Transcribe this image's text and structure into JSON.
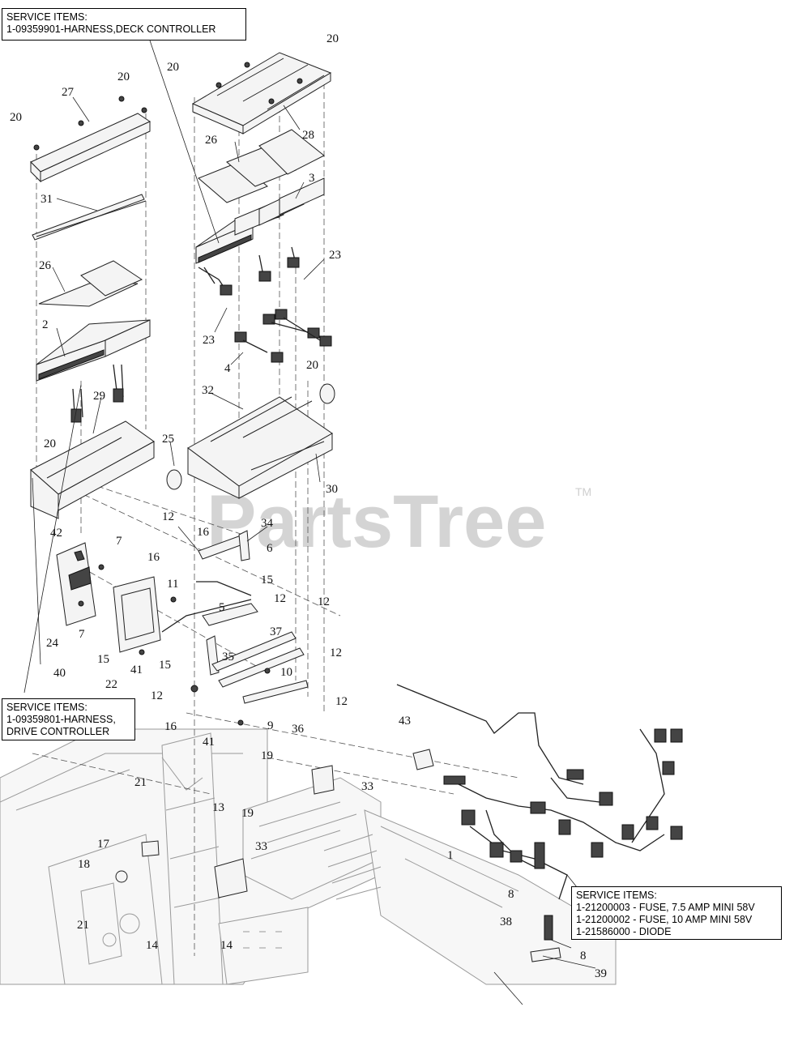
{
  "service_boxes": {
    "deck": {
      "title": "SERVICE ITEMS:",
      "lines": [
        "1-09359901-HARNESS,DECK CONTROLLER"
      ]
    },
    "drive": {
      "title": "SERVICE ITEMS:",
      "lines": [
        "1-09359801-HARNESS,",
        "DRIVE CONTROLLER"
      ]
    },
    "fuse": {
      "title": "SERVICE ITEMS:",
      "lines": [
        "1-21200003 - FUSE, 7.5 AMP MINI 58V",
        "1-21200002 - FUSE, 10 AMP MINI 58V",
        "1-21586000 - DIODE"
      ]
    }
  },
  "watermark": {
    "text": "PartsTree",
    "trademark": "TM"
  },
  "callouts": [
    "20",
    "20",
    "20",
    "20",
    "27",
    "28",
    "26",
    "3",
    "31",
    "26",
    "23",
    "2",
    "23",
    "4",
    "20",
    "29",
    "32",
    "25",
    "20",
    "30",
    "34",
    "12",
    "16",
    "42",
    "7",
    "16",
    "6",
    "15",
    "11",
    "12",
    "5",
    "12",
    "24",
    "7",
    "37",
    "12",
    "40",
    "15",
    "41",
    "15",
    "35",
    "10",
    "22",
    "12",
    "12",
    "16",
    "9",
    "41",
    "36",
    "43",
    "19",
    "21",
    "33",
    "13",
    "19",
    "17",
    "33",
    "1",
    "18",
    "8",
    "21",
    "38",
    "14",
    "14",
    "8",
    "39"
  ]
}
